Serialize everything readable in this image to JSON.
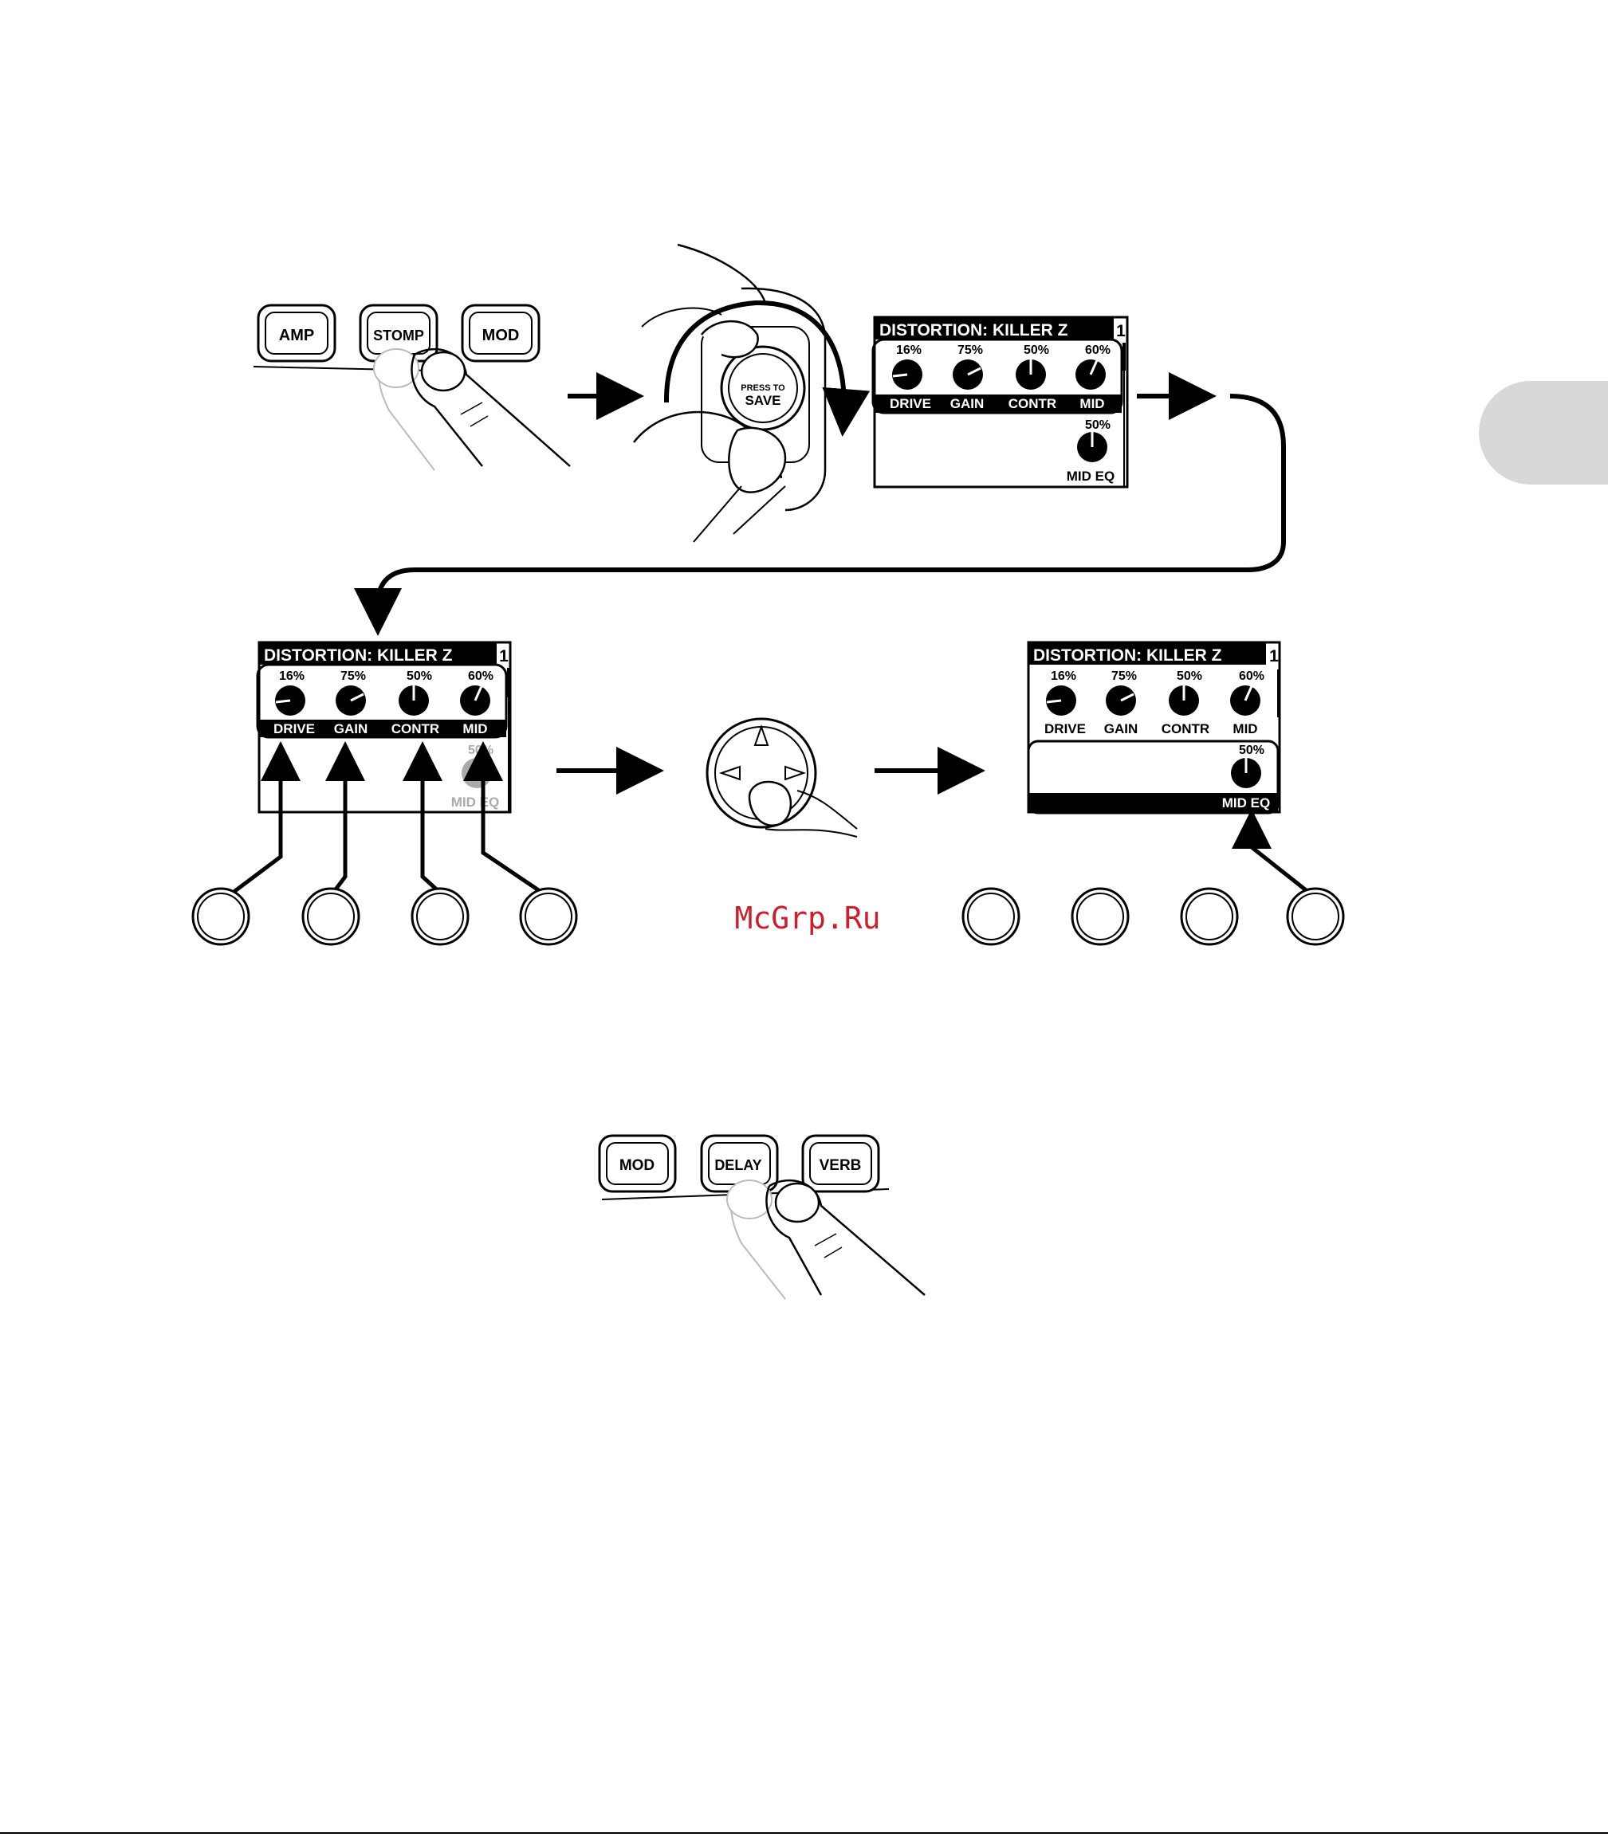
{
  "top_buttons": {
    "amp": "AMP",
    "stomp": "STOMP",
    "mod": "MOD"
  },
  "save_knob": {
    "line1": "PRESS TO",
    "line2": "SAVE"
  },
  "screens": [
    {
      "title": "DISTORTION: KILLER Z",
      "slot": "1",
      "knobs": [
        {
          "label": "DRIVE",
          "value": "16%"
        },
        {
          "label": "GAIN",
          "value": "75%"
        },
        {
          "label": "CONTR",
          "value": "50%"
        },
        {
          "label": "MID",
          "value": "60%"
        }
      ],
      "extra_knob": {
        "label": "MID EQ",
        "value": "50%"
      }
    },
    {
      "title": "DISTORTION: KILLER Z",
      "slot": "1",
      "knobs": [
        {
          "label": "DRIVE",
          "value": "16%"
        },
        {
          "label": "GAIN",
          "value": "75%"
        },
        {
          "label": "CONTR",
          "value": "50%"
        },
        {
          "label": "MID",
          "value": "60%"
        }
      ],
      "extra_knob": {
        "label": "MID EQ",
        "value": "50%"
      }
    },
    {
      "title": "DISTORTION: KILLER Z",
      "slot": "1",
      "knobs": [
        {
          "label": "DRIVE",
          "value": "16%"
        },
        {
          "label": "GAIN",
          "value": "75%"
        },
        {
          "label": "CONTR",
          "value": "50%"
        },
        {
          "label": "MID",
          "value": "60%"
        }
      ],
      "extra_knob": {
        "label": "MID EQ",
        "value": "50%"
      }
    }
  ],
  "watermark": "McGrp.Ru",
  "bottom_buttons": {
    "mod": "MOD",
    "delay": "DELAY",
    "verb": "VERB"
  }
}
